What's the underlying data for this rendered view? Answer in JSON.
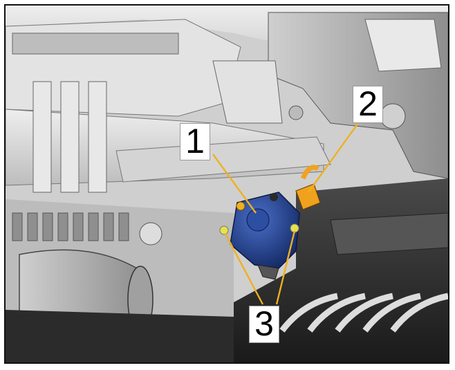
{
  "callouts": [
    {
      "label": "1"
    },
    {
      "label": "2"
    },
    {
      "label": "3"
    }
  ],
  "colors": {
    "actuator": "#1f3d8a",
    "connector": "#f0a21f",
    "screw": "#e7e14a",
    "leader": "#f0b020",
    "housing": "#d9d9d9"
  }
}
